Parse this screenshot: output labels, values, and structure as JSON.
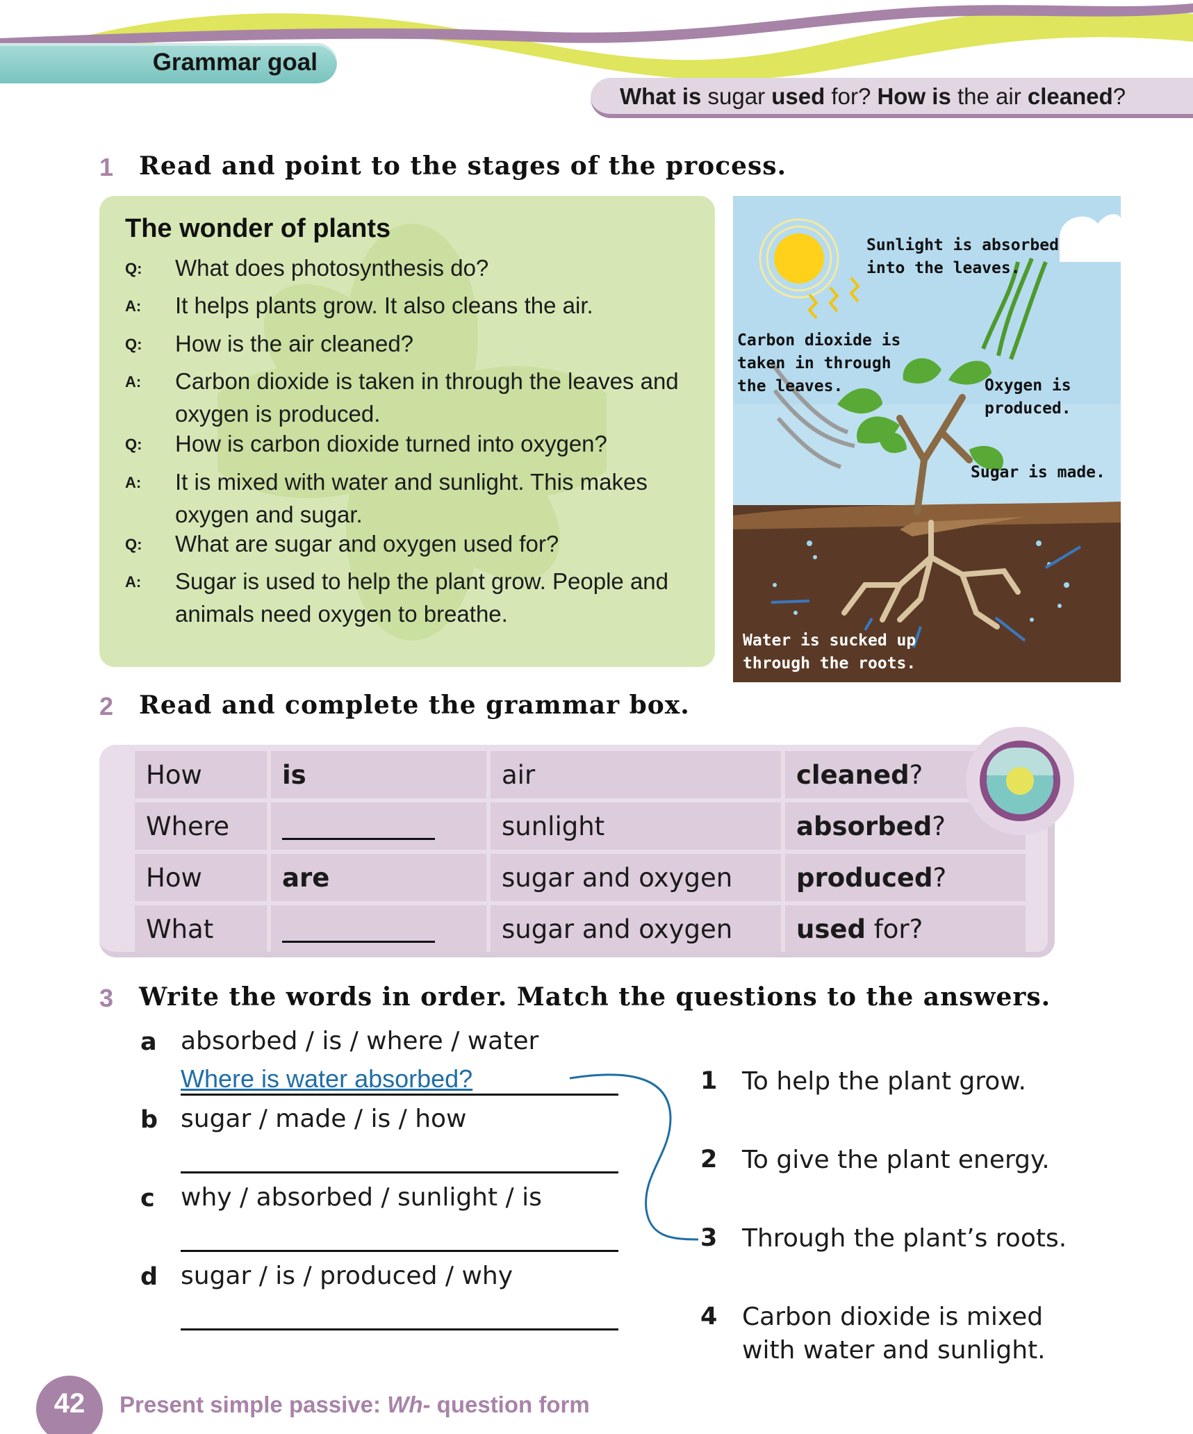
{
  "header": {
    "goal_label": "Grammar goal",
    "goal_question_parts": [
      {
        "text": "What is",
        "bold": true
      },
      {
        "text": " sugar ",
        "bold": false
      },
      {
        "text": "used",
        "bold": true
      },
      {
        "text": " for? ",
        "bold": false
      },
      {
        "text": "How is",
        "bold": true
      },
      {
        "text": " the air ",
        "bold": false
      },
      {
        "text": "cleaned",
        "bold": true
      },
      {
        "text": "?",
        "bold": false
      }
    ],
    "colors": {
      "teal": "#79c3bf",
      "purple": "#a883a8",
      "lime": "#d4de4a"
    }
  },
  "section1": {
    "number": "1",
    "title": "Read and point to the stages of the process.",
    "panel_title": "The wonder of plants",
    "qa": [
      {
        "tag": "Q:",
        "text": "What does photosynthesis do?"
      },
      {
        "tag": "A:",
        "text": "It helps plants grow. It also cleans the air."
      },
      {
        "tag": "Q:",
        "text": "How is the air cleaned?"
      },
      {
        "tag": "A:",
        "text": "Carbon dioxide is taken in through the leaves and oxygen is produced."
      },
      {
        "tag": "Q:",
        "text": "How is carbon dioxide turned into oxygen?"
      },
      {
        "tag": "A:",
        "text": "It is mixed with water and sunlight. This makes oxygen and sugar."
      },
      {
        "tag": "Q:",
        "text": "What are sugar and oxygen used for?"
      },
      {
        "tag": "A:",
        "text": "Sugar is used to help the plant grow. People and animals need oxygen to breathe."
      }
    ],
    "diagram_labels": {
      "sunlight": "Sunlight is absorbed\ninto the leaves.",
      "carbon": "Carbon dioxide is\ntaken in through\nthe leaves.",
      "oxygen": "Oxygen is\nproduced.",
      "sugar": "Sugar is made.",
      "water": "Water is sucked up\nthrough the roots."
    }
  },
  "section2": {
    "number": "2",
    "title": "Read and complete the grammar box.",
    "rows": [
      {
        "wh": "How",
        "verb": "is",
        "subject": "air",
        "participle": "cleaned",
        "tail": "?"
      },
      {
        "wh": "Where",
        "verb": "",
        "subject": "sunlight",
        "participle": "absorbed",
        "tail": "?"
      },
      {
        "wh": "How",
        "verb": "are",
        "subject": "sugar and oxygen",
        "participle": "produced",
        "tail": "?"
      },
      {
        "wh": "What",
        "verb": "",
        "subject": "sugar and oxygen",
        "participle": "used",
        "tail": " for?"
      }
    ]
  },
  "section3": {
    "number": "3",
    "title": "Write the words in order. Match the questions to the answers.",
    "items": [
      {
        "letter": "a",
        "words": "absorbed / is / where / water",
        "answer": "Where is water absorbed?"
      },
      {
        "letter": "b",
        "words": "sugar / made / is / how",
        "answer": ""
      },
      {
        "letter": "c",
        "words": "why / absorbed / sunlight / is",
        "answer": ""
      },
      {
        "letter": "d",
        "words": "sugar / is / produced / why",
        "answer": ""
      }
    ],
    "answers": [
      {
        "num": "1",
        "text": "To help the plant grow."
      },
      {
        "num": "2",
        "text": "To give the plant energy."
      },
      {
        "num": "3",
        "text": "Through the plant’s roots."
      },
      {
        "num": "4",
        "text": "Carbon dioxide is mixed with water and sunlight."
      }
    ]
  },
  "footer": {
    "page_number": "42",
    "topic_prefix": "Present simple passive: ",
    "topic_italic": "Wh-",
    "topic_suffix": " question form"
  }
}
